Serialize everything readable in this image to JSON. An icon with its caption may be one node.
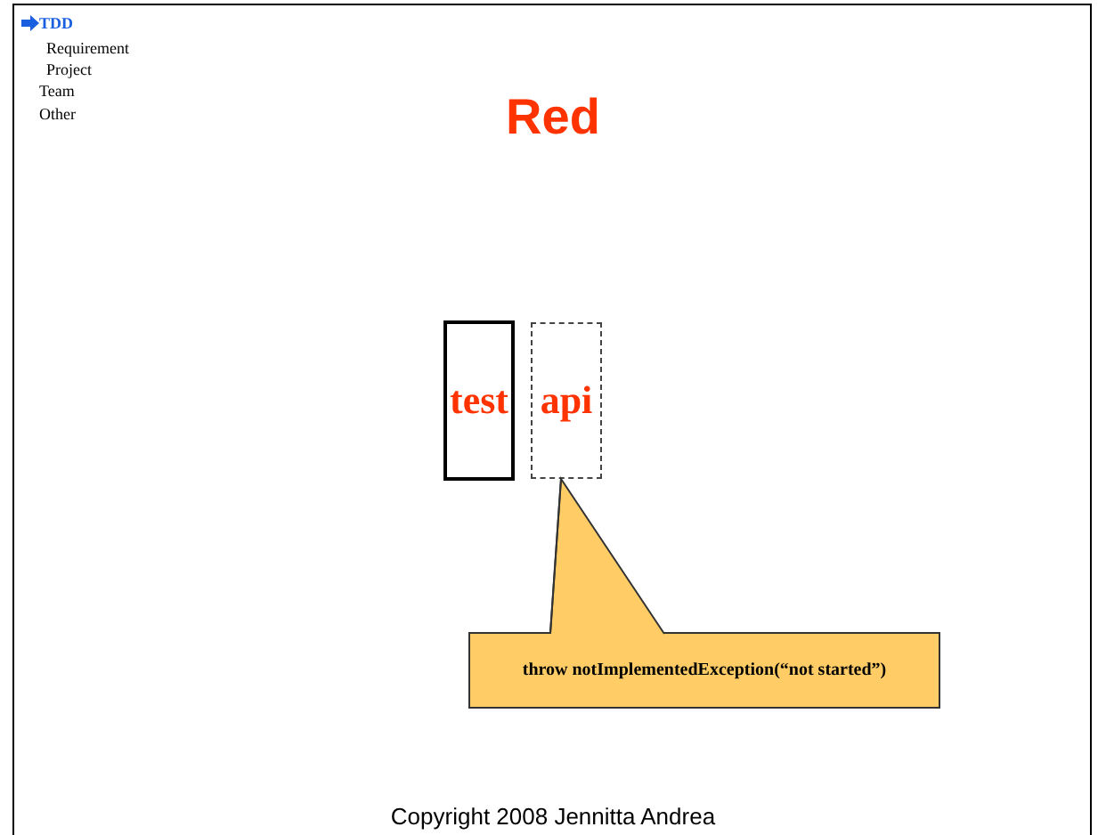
{
  "diagram": {
    "title": "Red",
    "caption": "Copyright 2008 Jennitta Andrea",
    "nodes": [
      {
        "text": [
          "test"
        ]
      },
      {
        "text": [
          "api"
        ]
      },
      {
        "text": [
          "throw notImplementedException(“not started”)"
        ]
      }
    ],
    "edges": [
      {
        "from": 2,
        "to": 1,
        "arrow": "none"
      }
    ],
    "labels": [
      "TDD",
      "Requirement",
      "Project",
      "Team",
      "Other"
    ]
  }
}
